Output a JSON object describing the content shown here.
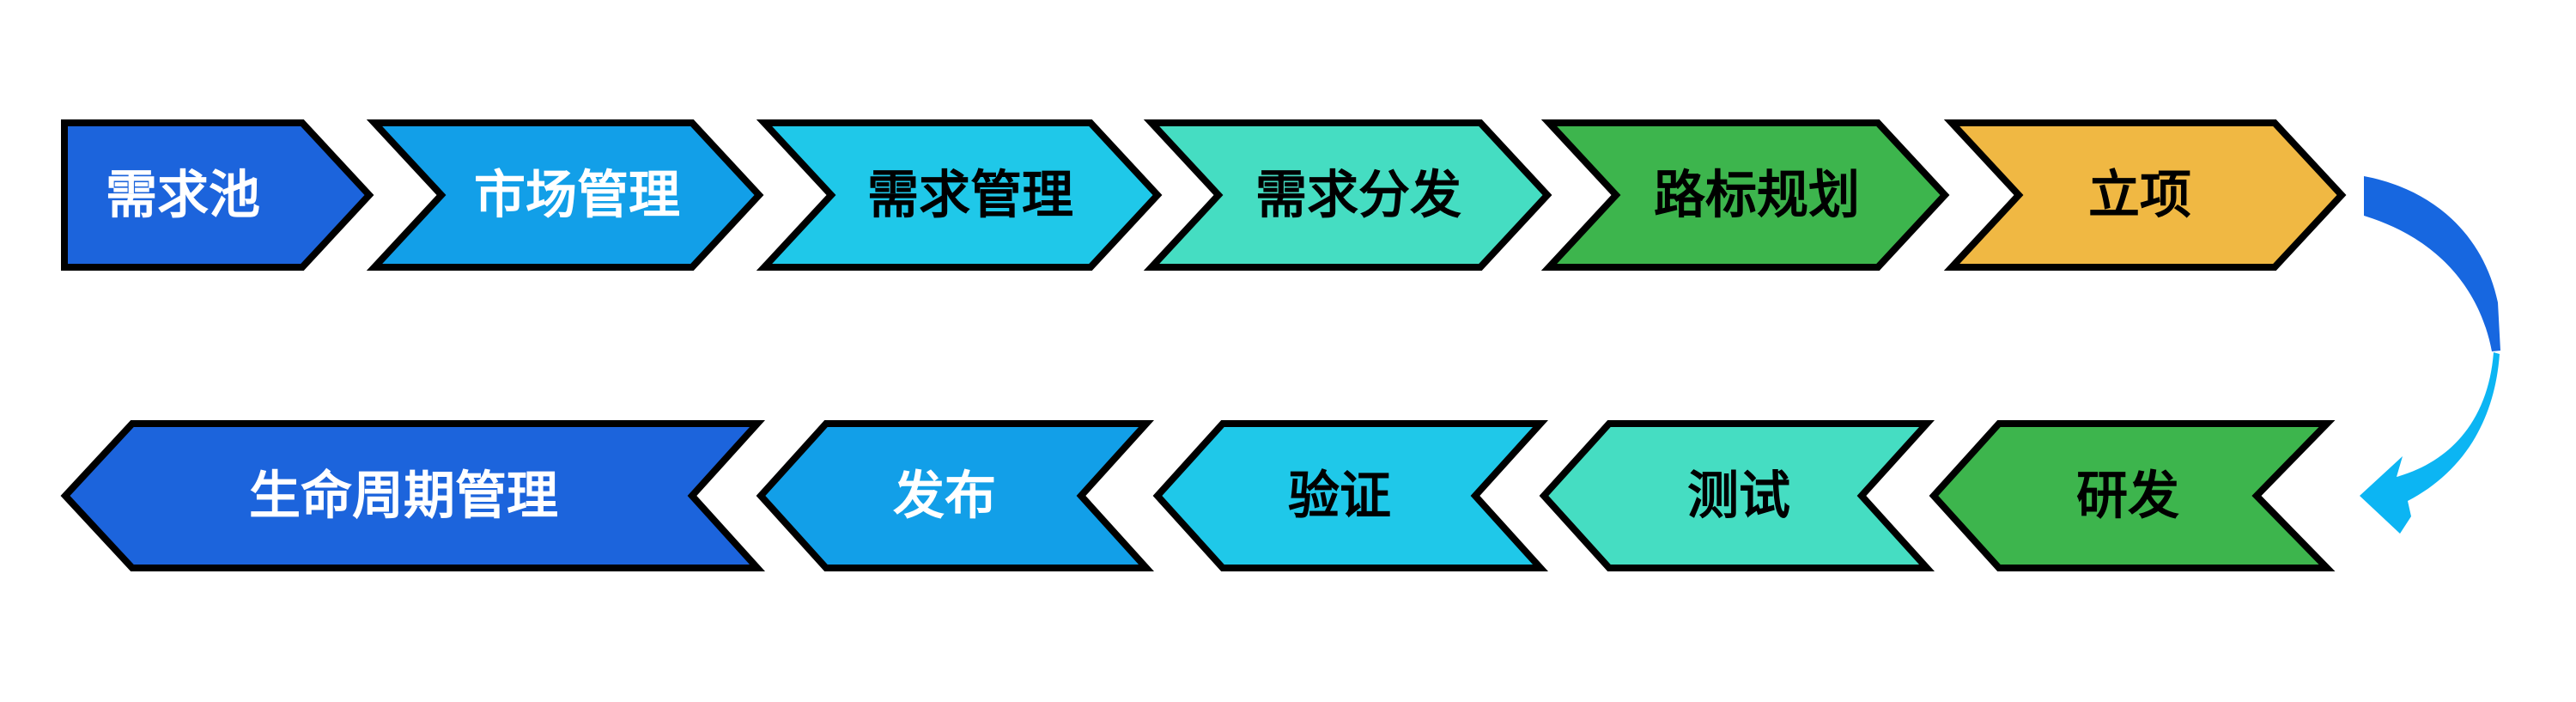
{
  "diagram": {
    "background": "#ffffff",
    "outline_color": "#000000",
    "row1": {
      "direction": "left-to-right",
      "steps": [
        {
          "label": "需求池",
          "fill": "#1c64dc",
          "text_color": "#ffffff"
        },
        {
          "label": "市场管理",
          "fill": "#129fe8",
          "text_color": "#ffffff"
        },
        {
          "label": "需求管理",
          "fill": "#1fc8e9",
          "text_color": "#000000"
        },
        {
          "label": "需求分发",
          "fill": "#45ddc2",
          "text_color": "#000000"
        },
        {
          "label": "路标规划",
          "fill": "#3db54d",
          "text_color": "#000000"
        },
        {
          "label": "立项",
          "fill": "#f0b843",
          "text_color": "#000000"
        }
      ]
    },
    "row2": {
      "direction": "right-to-left",
      "steps": [
        {
          "label": "生命周期管理",
          "fill": "#1c64dc",
          "text_color": "#ffffff"
        },
        {
          "label": "发布",
          "fill": "#129fe8",
          "text_color": "#ffffff"
        },
        {
          "label": "验证",
          "fill": "#1fc8e9",
          "text_color": "#000000"
        },
        {
          "label": "测试",
          "fill": "#45ddc2",
          "text_color": "#000000"
        },
        {
          "label": "研发",
          "fill": "#3db54d",
          "text_color": "#000000"
        }
      ]
    },
    "connector": {
      "icon": "curved-arrow",
      "from": "立项",
      "to": "研发",
      "color_top": "#1767e0",
      "color_bottom": "#0cb5f3"
    }
  }
}
